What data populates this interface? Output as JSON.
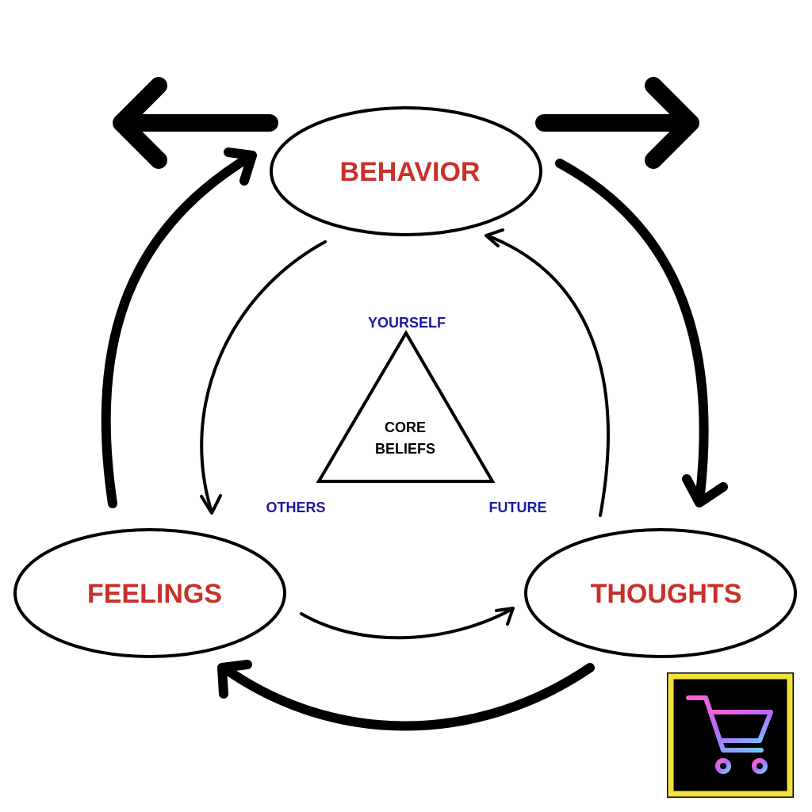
{
  "diagram": {
    "nodes": {
      "behavior": "BEHAVIOR",
      "thoughts": "THOUGHTS",
      "feelings": "FEELINGS"
    },
    "triangle": {
      "top": "YOURSELF",
      "left": "OTHERS",
      "right": "FUTURE",
      "center_line1": "CORE",
      "center_line2": "BELIEFS"
    }
  },
  "colors": {
    "node_text": "#c8312b",
    "triangle_text": "#1a1aa0",
    "stroke": "#000000",
    "badge_frame": "#f2e23a",
    "badge_bg": "#000000",
    "cart_gradient": [
      "#ff5fd2",
      "#b46bff",
      "#6ec8ff"
    ]
  },
  "badge": {
    "icon": "shopping-cart-icon"
  }
}
